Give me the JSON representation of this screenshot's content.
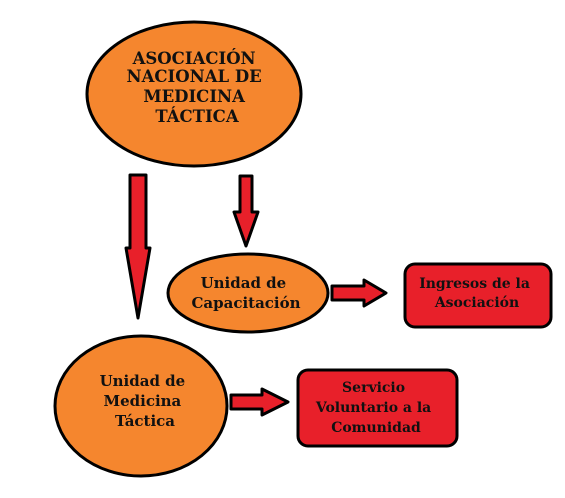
{
  "colors": {
    "ellipse_fill": "#f5862e",
    "box_fill": "#e8202a",
    "arrow_fill": "#e8202a",
    "outline": "#000000"
  },
  "nodes": {
    "asociacion": {
      "lines": [
        "ASOCIACIÓN",
        "NACIONAL DE",
        "MEDICINA",
        "TÁCTICA"
      ]
    },
    "capacitacion": {
      "lines": [
        "Unidad de",
        "Capacitación"
      ]
    },
    "medicina": {
      "lines": [
        "Unidad de",
        "Medicina",
        "Táctica"
      ]
    },
    "ingresos": {
      "lines": [
        "Ingresos de la",
        "Asociación"
      ]
    },
    "servicio": {
      "lines": [
        "Servicio",
        "Voluntario a la",
        "Comunidad"
      ]
    }
  }
}
